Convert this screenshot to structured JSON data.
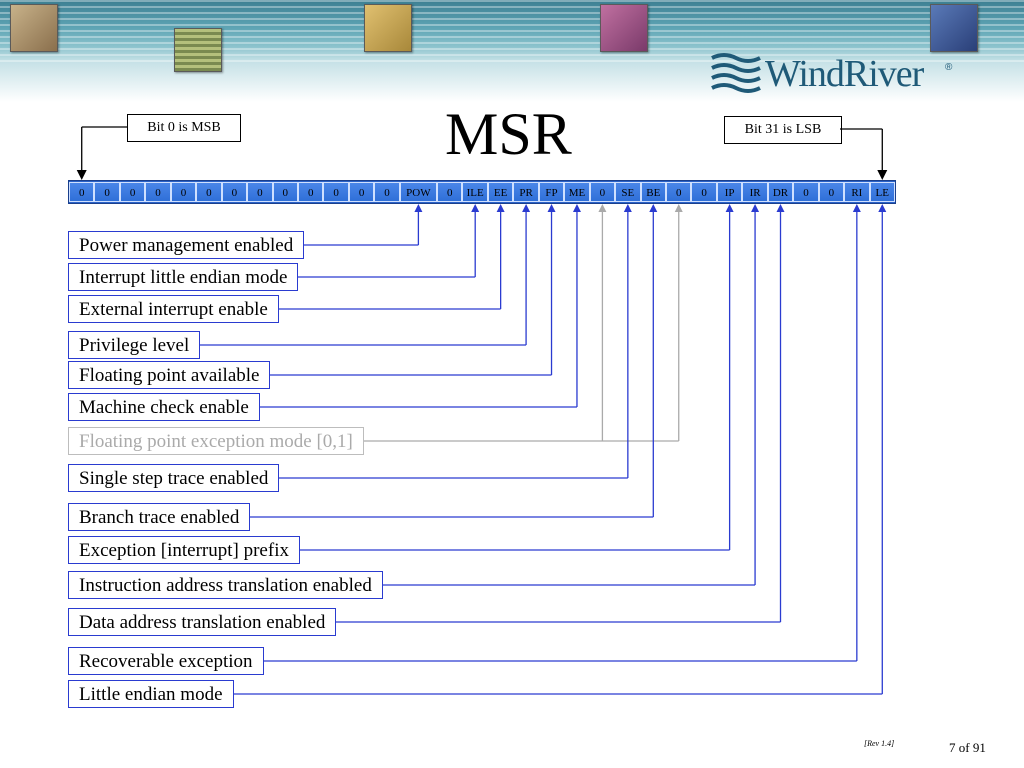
{
  "title": "MSR",
  "brand": {
    "name": "WindRiver",
    "registered": "®",
    "color": "#1f5a78"
  },
  "notes": {
    "msb": "Bit 0 is MSB",
    "lsb": "Bit 31 is LSB"
  },
  "bits": [
    "0",
    "0",
    "0",
    "0",
    "0",
    "0",
    "0",
    "0",
    "0",
    "0",
    "0",
    "0",
    "0",
    "POW",
    "0",
    "ILE",
    "EE",
    "PR",
    "FP",
    "ME",
    "0",
    "SE",
    "BE",
    "0",
    "0",
    "IP",
    "IR",
    "DR",
    "0",
    "0",
    "RI",
    "LE"
  ],
  "descriptions": [
    {
      "label": "Power management enabled",
      "bit": 13,
      "gray": false
    },
    {
      "label": "Interrupt little endian mode",
      "bit": 15,
      "gray": false
    },
    {
      "label": "External interrupt enable",
      "bit": 16,
      "gray": false
    },
    {
      "label": "Privilege level",
      "bit": 17,
      "gray": false
    },
    {
      "label": "Floating point available",
      "bit": 18,
      "gray": false
    },
    {
      "label": "Machine check enable",
      "bit": 19,
      "gray": false
    },
    {
      "label": "Floating point exception mode [0,1]",
      "bit": [
        20,
        23
      ],
      "gray": true
    },
    {
      "label": "Single step trace enabled",
      "bit": 21,
      "gray": false
    },
    {
      "label": "Branch trace enabled",
      "bit": 22,
      "gray": false
    },
    {
      "label": "Exception [interrupt] prefix",
      "bit": 25,
      "gray": false
    },
    {
      "label": "Instruction address translation enabled",
      "bit": 26,
      "gray": false
    },
    {
      "label": "Data address translation enabled",
      "bit": 27,
      "gray": false
    },
    {
      "label": "Recoverable exception",
      "bit": 30,
      "gray": false
    },
    {
      "label": "Little endian mode",
      "bit": 31,
      "gray": false
    }
  ],
  "footer": {
    "rev": "[Rev 1.4]",
    "page": "7 of 91"
  },
  "colors": {
    "register": "#2a62c8",
    "connector": "#2a3bd0",
    "connector_gray": "#aaaaaa"
  }
}
